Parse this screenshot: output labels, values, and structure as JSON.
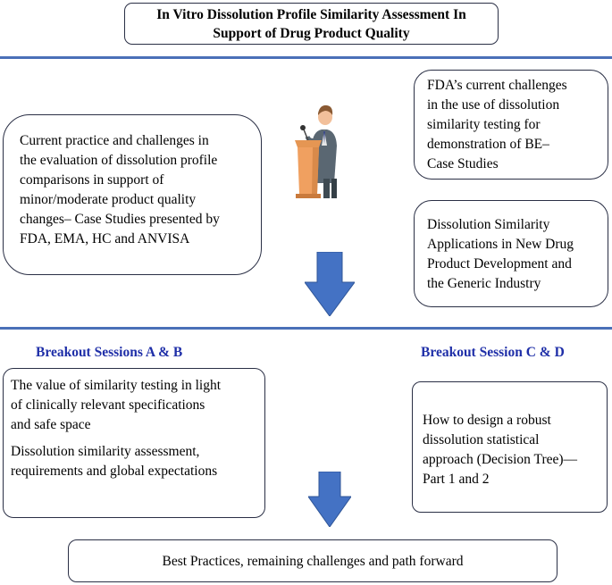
{
  "title": {
    "line1": "In Vitro Dissolution Profile Similarity Assessment In",
    "line2": "Support of Drug Product Quality"
  },
  "left_box": {
    "lines": [
      "Current practice and challenges in",
      "the evaluation of dissolution profile",
      "comparisons in support of",
      "minor/moderate product quality",
      "changes– Case Studies presented by",
      "FDA, EMA, HC and ANVISA"
    ]
  },
  "right_top_box": {
    "lines": [
      "FDA’s current challenges",
      "in the use of dissolution",
      "similarity testing for",
      "demonstration of BE–",
      "Case Studies"
    ]
  },
  "right_mid_box": {
    "lines": [
      "Dissolution Similarity",
      "Applications in New Drug",
      "Product Development and",
      "the Generic Industry"
    ]
  },
  "breakout_ab": {
    "heading": "Breakout Sessions A & B",
    "para1": [
      "The value of similarity testing in light",
      "of clinically relevant specifications",
      "and safe space"
    ],
    "para2": [
      "Dissolution similarity assessment,",
      "requirements and global expectations"
    ]
  },
  "breakout_cd": {
    "heading": "Breakout Session C & D",
    "lines": [
      "How to design a robust",
      "dissolution statistical",
      "approach (Decision Tree)—",
      "Part 1 and 2"
    ]
  },
  "bottom_box": {
    "text": "Best Practices, remaining challenges and path forward"
  },
  "colors": {
    "rule": "#4a70b8",
    "arrow": "#4472c4",
    "heading": "#1f2fa8",
    "podium": "#f0a060"
  },
  "icons": {
    "speaker": "speaker-at-podium-icon",
    "arrow": "down-arrow-icon"
  }
}
